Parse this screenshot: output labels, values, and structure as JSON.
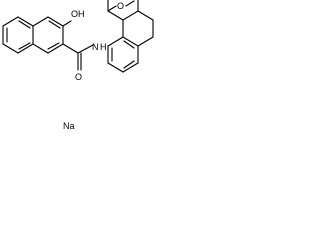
{
  "molecule": {
    "atom_labels": {
      "hydroxyl": "OH",
      "carbonyl_oxygen": "O",
      "amide_nitrogen": "N",
      "amide_hydrogen": "H",
      "ether_oxygen": "O",
      "sodium": "Na"
    }
  }
}
